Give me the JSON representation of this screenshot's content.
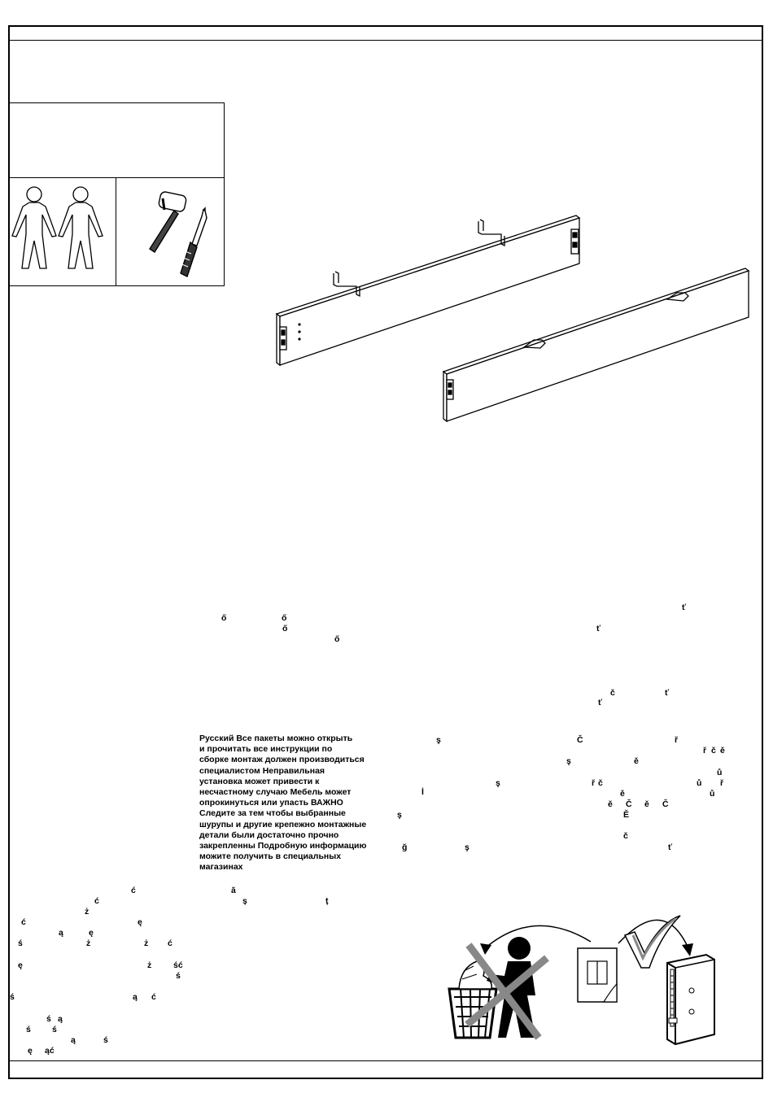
{
  "russian": {
    "lines": [
      "Русский   Все пакеты можно открыть",
      "и прочитать все инструкции по",
      "сборке  монтаж должен производиться",
      "специалистом  Неправильная",
      "установка может привести к",
      "несчастному случаю  Мебель может",
      "опрокинуться или упасть ВАЖНО",
      "Следите за тем  чтобы выбранные",
      "шурупы и другие крепежно монтажные",
      "детали были достаточно  прочно",
      "закрепленны  Подробную информацию",
      "можите получить в специальных",
      "магазинах"
    ]
  },
  "glyphs": {
    "hu": [
      "ő",
      "ő",
      "ő",
      "ő"
    ],
    "cz": [
      "ť",
      "ť",
      "č",
      "ť",
      "ť",
      "Č",
      "ř",
      "ř",
      "č",
      "ě",
      "ě",
      "ů",
      "ř",
      "č",
      "ů",
      "ř",
      "ě",
      "ů",
      "ě",
      "Č",
      "ě",
      "Č",
      "Ě",
      "č",
      "ť"
    ],
    "tr": [
      "ş",
      "ş",
      "ş",
      "İ",
      "ş",
      "ğ",
      "ş"
    ],
    "ro": [
      "ć",
      "ă",
      "ć",
      "ș",
      "ț"
    ],
    "pl": [
      "ż",
      "ć",
      "ę",
      "ą",
      "ę",
      "ś",
      "ż",
      "ż",
      "ć",
      "ę",
      "ż",
      "ść",
      "ś",
      "ś",
      "ą",
      "ć",
      "ś",
      "ą",
      "ś",
      "ś",
      "ą",
      "ś",
      "ę",
      "ąć"
    ]
  }
}
